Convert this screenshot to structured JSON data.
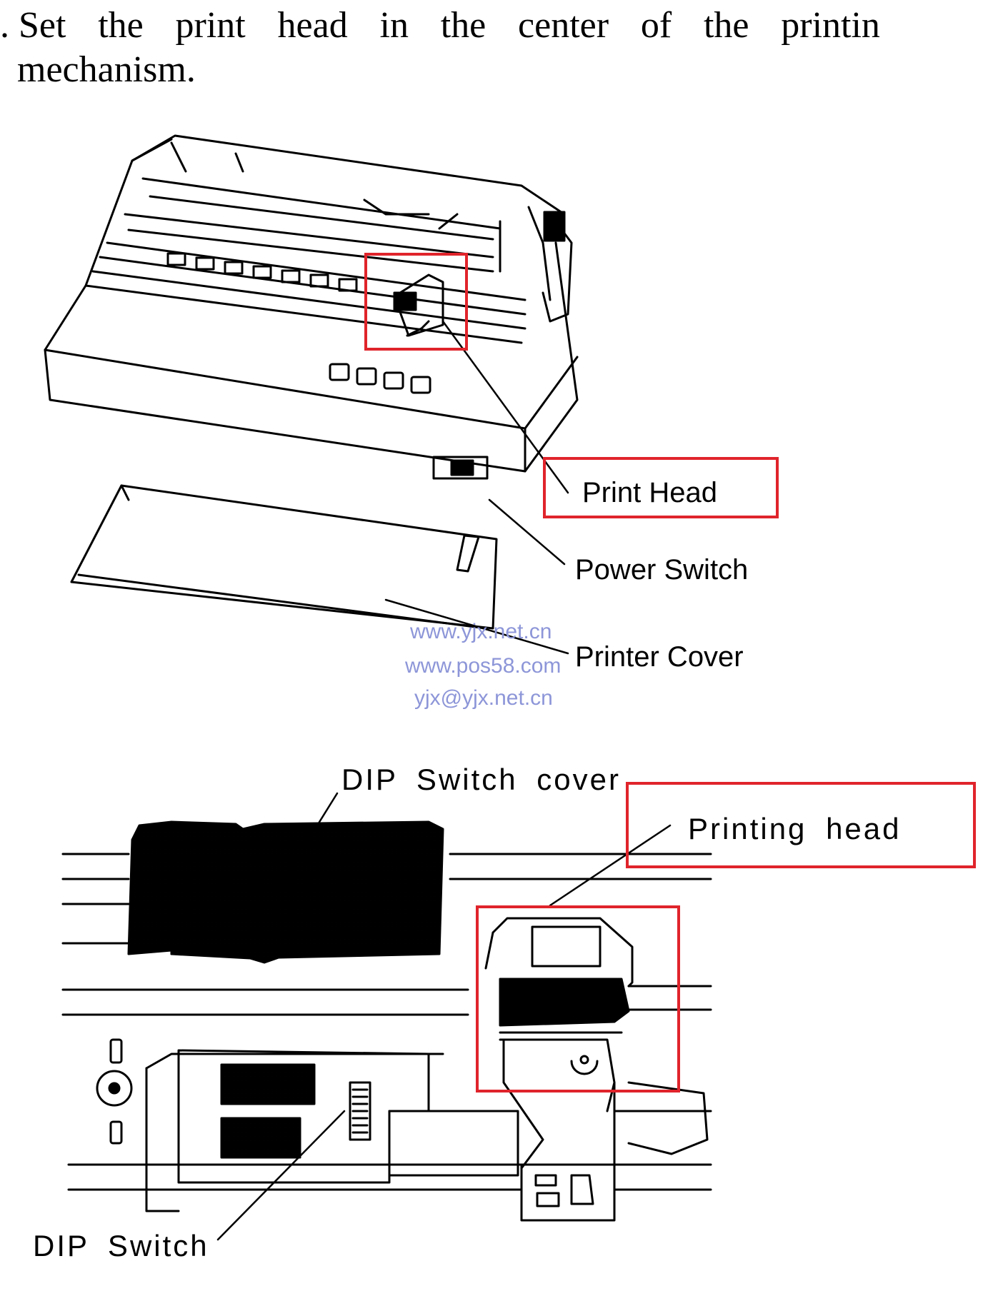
{
  "instruction": {
    "line1_words": [
      ". Set",
      "the",
      "print",
      "head",
      "in",
      "the",
      "center",
      "of",
      "the",
      "printin"
    ],
    "line2": "mechanism."
  },
  "figure1": {
    "labels": {
      "print_head": "Print Head",
      "power_switch": "Power Switch",
      "printer_cover": "Printer Cover"
    }
  },
  "watermark": {
    "line1": "www.yjx.net.cn",
    "line2": "www.pos58.com",
    "line3": "yjx@yjx.net.cn"
  },
  "figure2": {
    "labels": {
      "dip_switch_cover": "DIP Switch cover",
      "printing_head": "Printing head",
      "dip_switch": "DIP Switch"
    }
  },
  "colors": {
    "highlight": "#e0242b",
    "watermark": "#8d96d8",
    "line_art": "#000000"
  }
}
